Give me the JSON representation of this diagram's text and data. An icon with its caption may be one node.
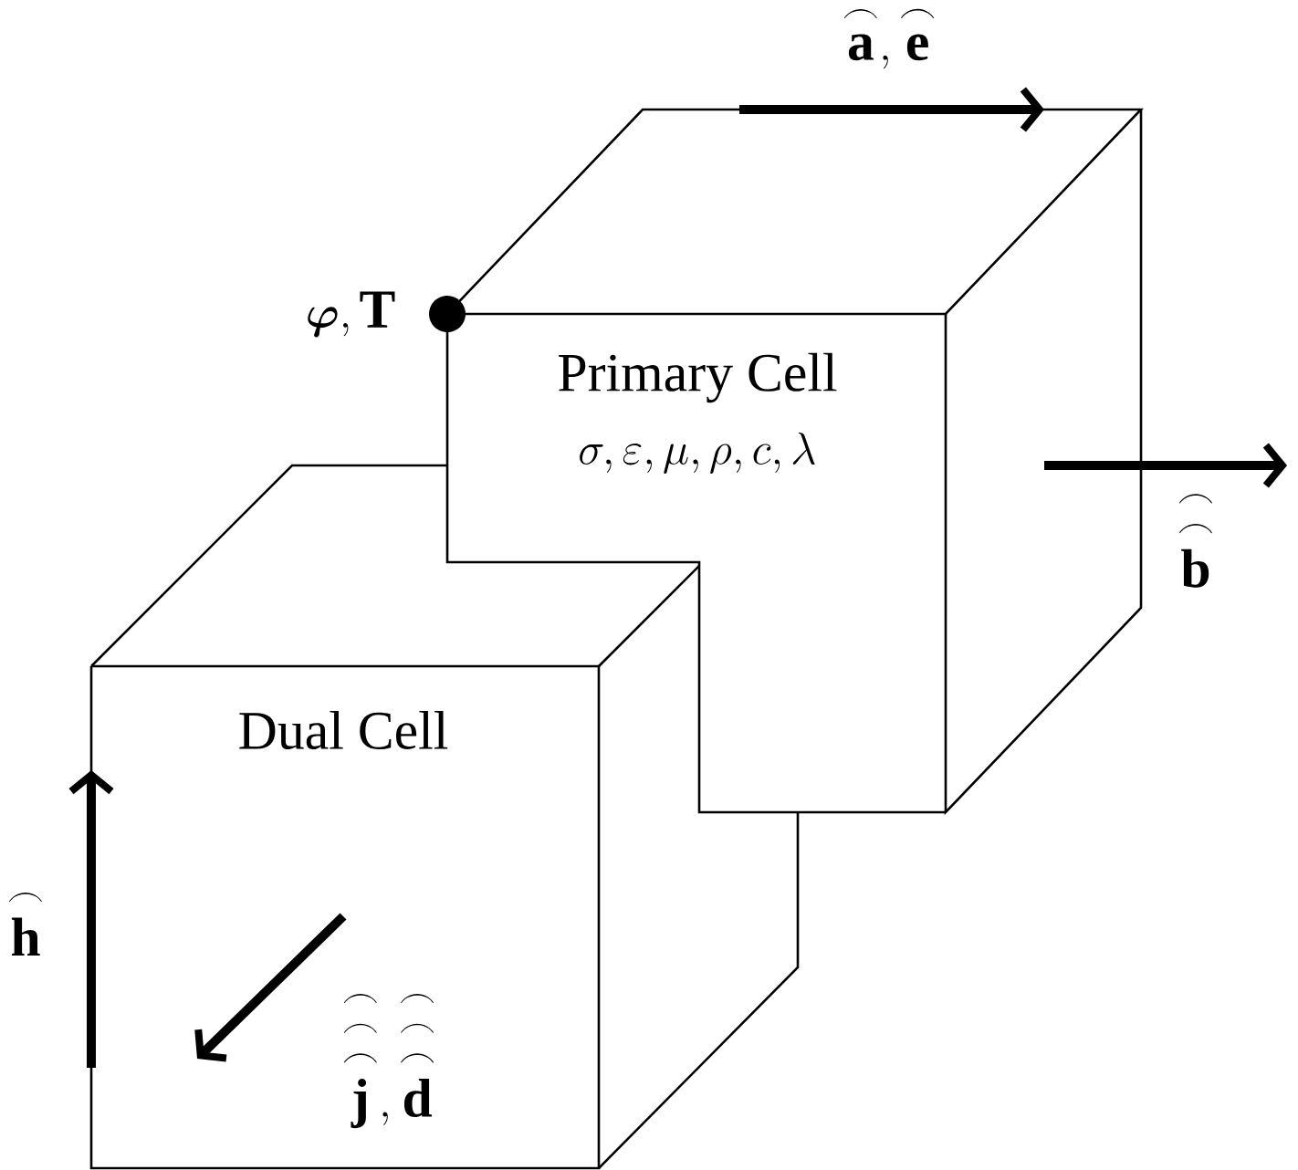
{
  "diagram": {
    "nodes": [
      {
        "text": [
          "Primary Cell",
          "\\sigma, \\varepsilon, \\mu, \\rho, c, \\lambda"
        ]
      },
      {
        "text": [
          "Dual Cell"
        ]
      }
    ],
    "labels": [
      "\\overset{\\frown}{\\mathbf{a}}, \\overset{\\frown}{\\mathbf{e}}",
      "\\boldsymbol{\\varphi}, \\mathbf{T}",
      "\\overset{\\frown}{\\overset{\\frown}{\\mathbf{b}}}",
      "\\overset{\\frown}{\\mathbf{h}}",
      "\\overset{\\frown}{\\overset{\\frown}{\\overset{\\frown}{\\mathbf{j}}}}, \\overset{\\frown}{\\overset{\\frown}{\\overset{\\frown}{\\mathbf{d}}}}"
    ]
  }
}
